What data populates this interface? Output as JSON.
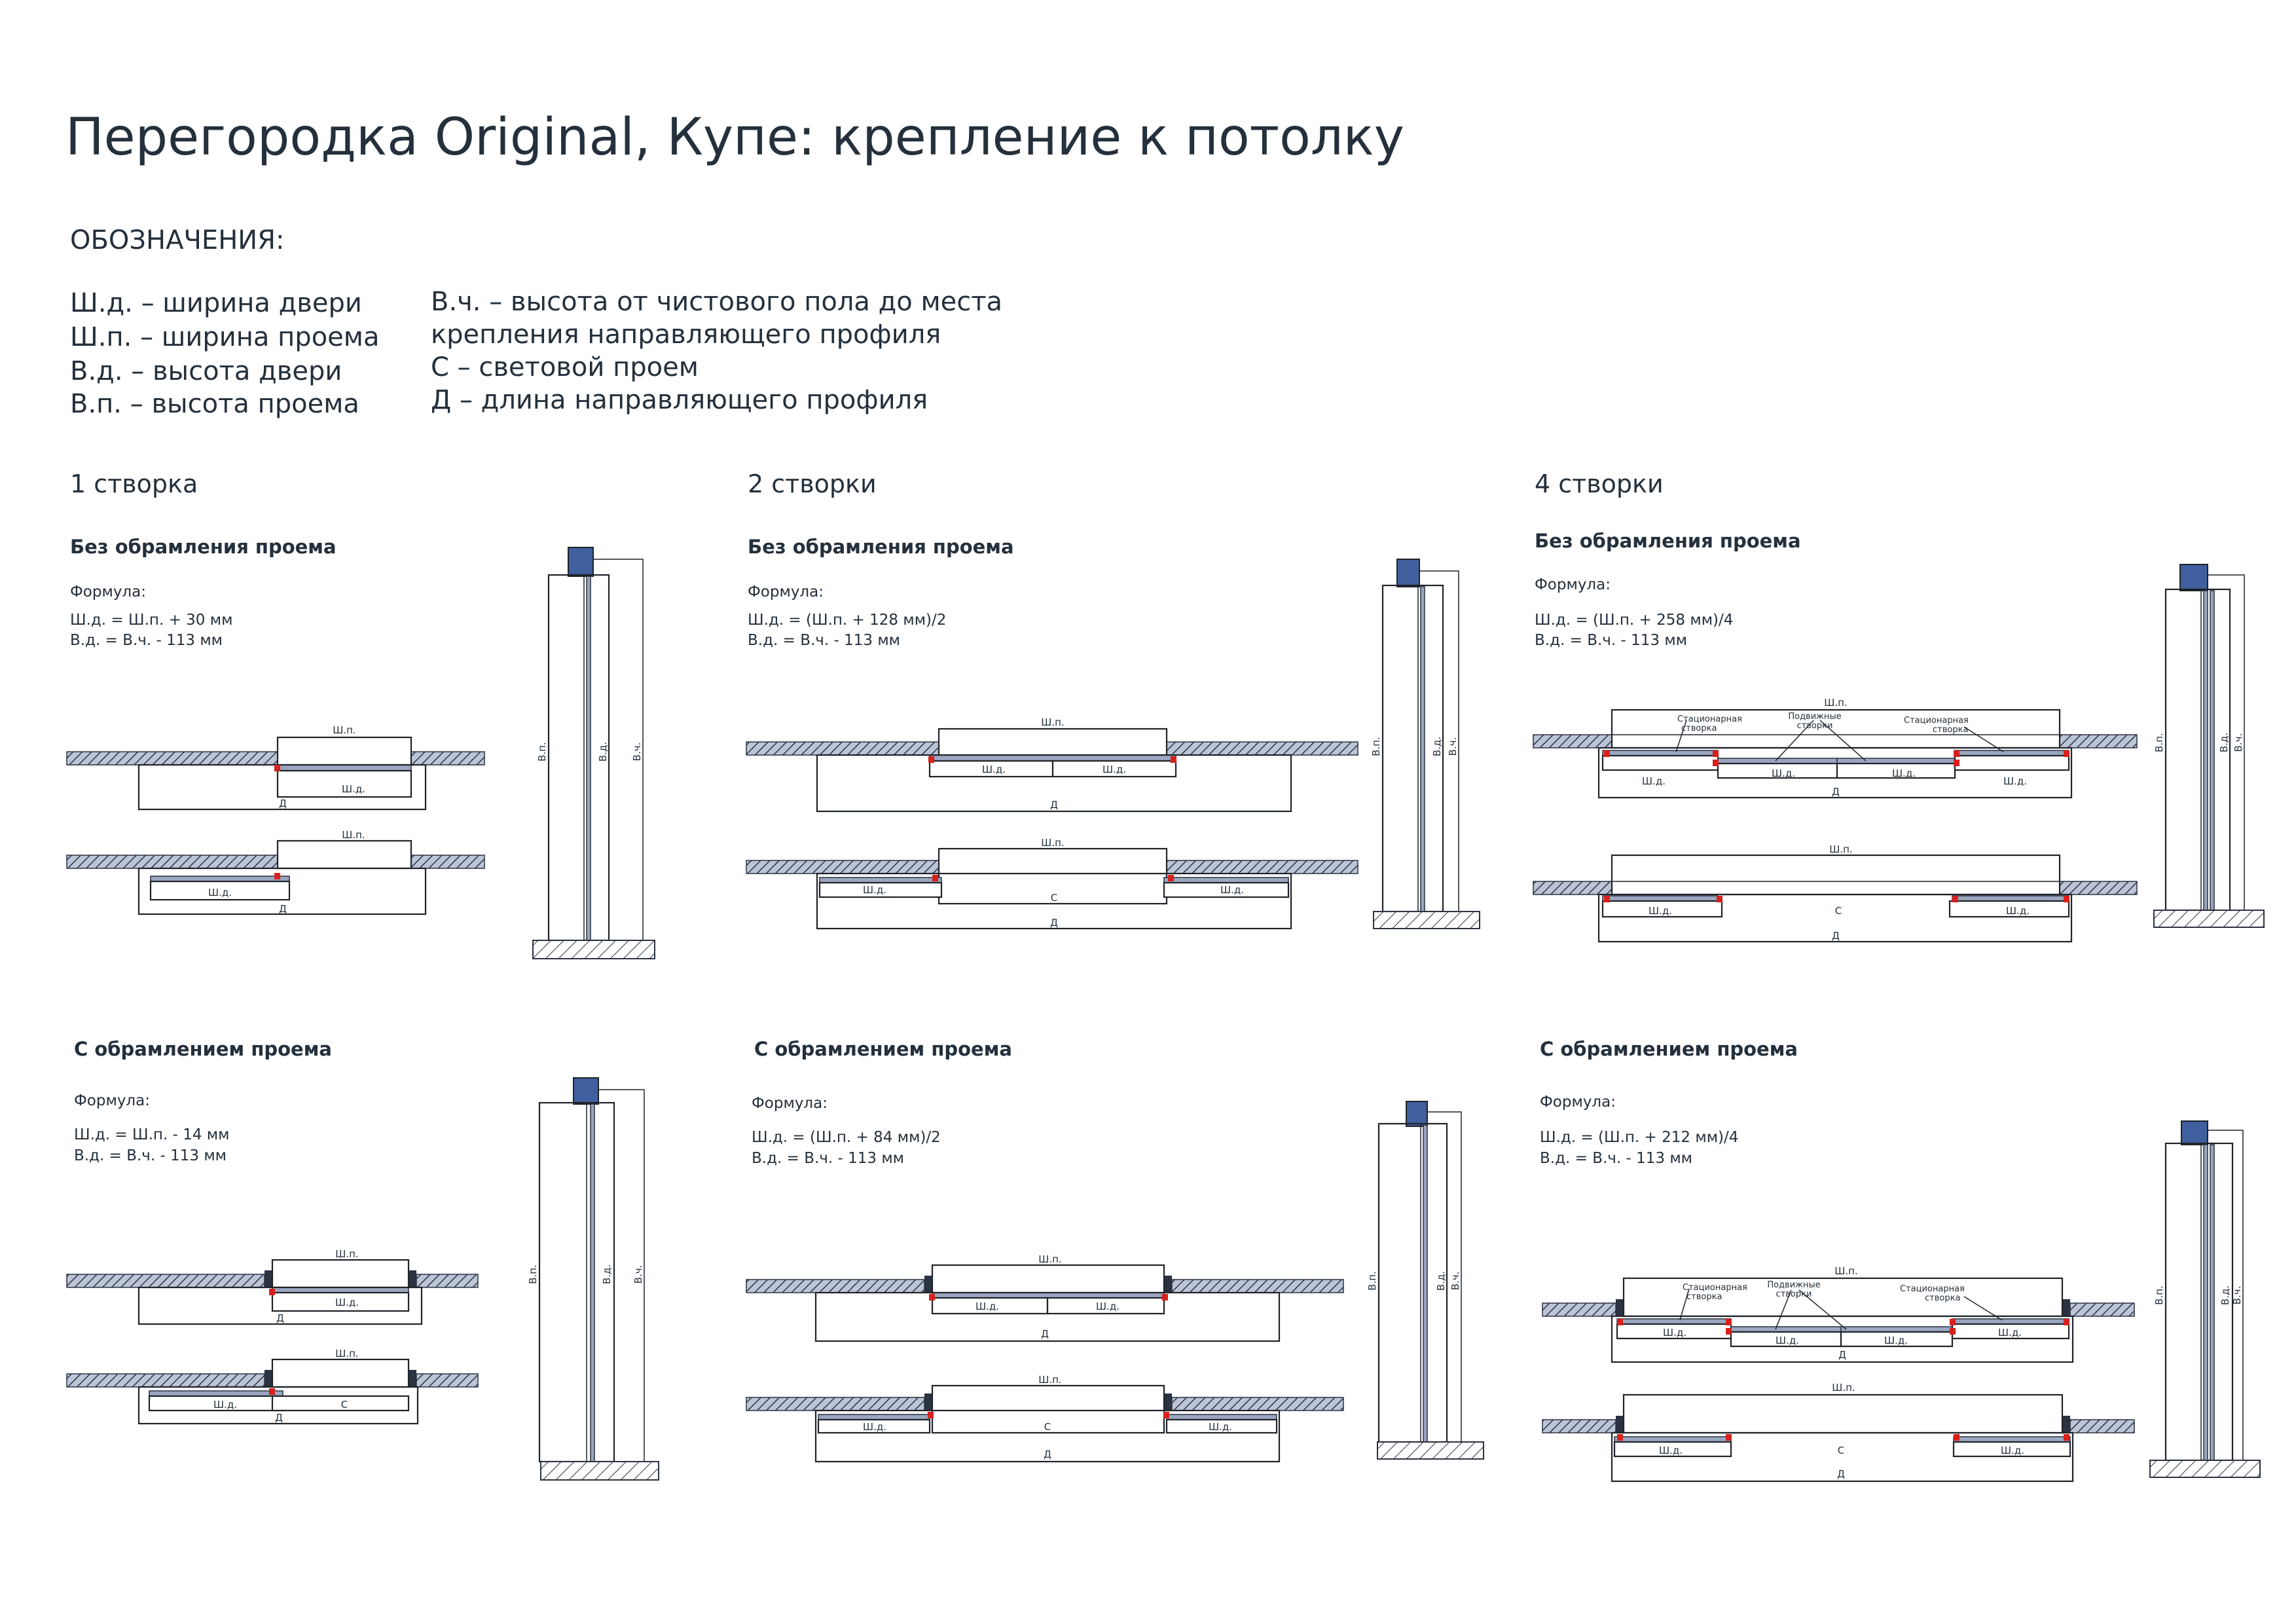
{
  "title": "Перегородка Original, Купе: крепление к потолку",
  "legend": {
    "heading": "ОБОЗНАЧЕНИЯ:",
    "left": [
      "Ш.д. – ширина двери",
      "Ш.п. – ширина проема",
      "В.д. – высота двери",
      "В.п. – высота проема"
    ],
    "right": [
      "В.ч. – высота от чистового пола до места",
      "крепления направляющего профиля",
      "С – световой проем",
      "Д – длина направляющего профиля"
    ]
  },
  "labels": {
    "formula": "Формула:",
    "no_frame": "Без обрамления проема",
    "with_frame": "С обрамлением проема",
    "shp": "Ш.п.",
    "shd": "Ш.д.",
    "d": "Д",
    "c": "С",
    "vp": "В.п.",
    "vd": "В.д.",
    "vch": "В.ч.",
    "stationary_1": "Стационарная",
    "stationary_2": "створка",
    "movable_1": "Подвижные",
    "movable_2": "створки"
  },
  "columns": [
    {
      "title": "1 створка",
      "no_frame": {
        "f1": "Ш.д. = Ш.п. + 30 мм",
        "f2": "В.д. = В.ч. - 113 мм"
      },
      "with_frame": {
        "f1": "Ш.д. = Ш.п. - 14 мм",
        "f2": "В.д. = В.ч. - 113 мм"
      }
    },
    {
      "title": "2 створки",
      "no_frame": {
        "f1": "Ш.д. = (Ш.п. + 128 мм)/2",
        "f2": "В.д. = В.ч. - 113 мм"
      },
      "with_frame": {
        "f1": "Ш.д. = (Ш.п. + 84 мм)/2",
        "f2": "В.д. = В.ч. - 113 мм"
      }
    },
    {
      "title": "4 створки",
      "no_frame": {
        "f1": "Ш.д. = (Ш.п. + 258 мм)/4",
        "f2": "В.д. = В.ч. - 113 мм"
      },
      "with_frame": {
        "f1": "Ш.д. = (Ш.п. + 212 мм)/4",
        "f2": "В.д. = В.ч. - 113 мм"
      }
    }
  ],
  "colors": {
    "text": "#24303c",
    "beam": "#3f5f9e",
    "marker": "#d9201c",
    "hatch": "#2b3240"
  }
}
